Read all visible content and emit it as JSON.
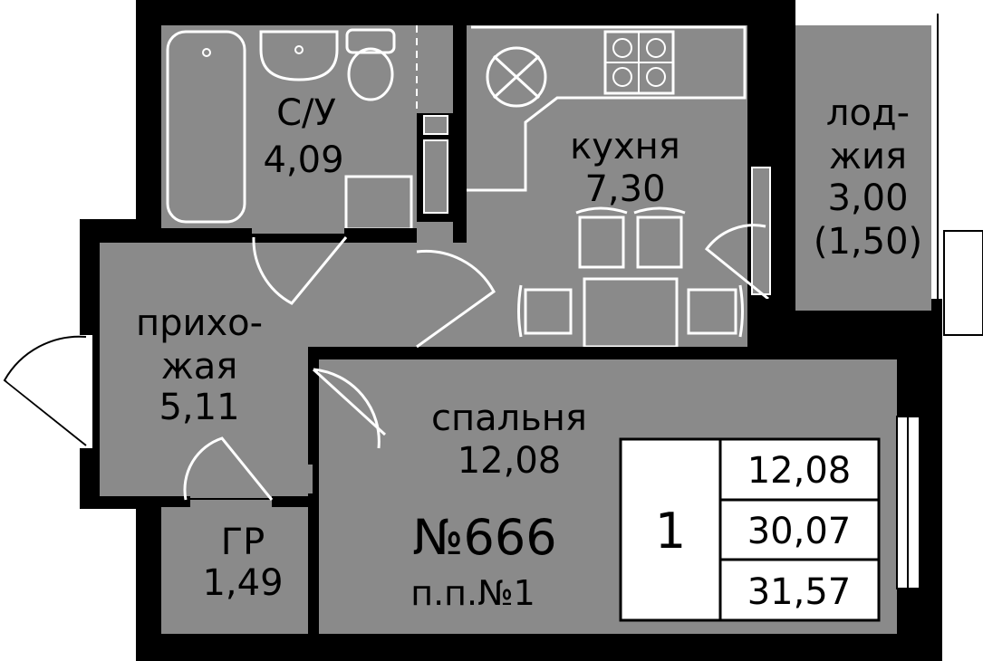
{
  "rooms": {
    "bathroom": {
      "name": "С/У",
      "area": "4,09"
    },
    "kitchen": {
      "name": "кухня",
      "area": "7,30"
    },
    "loggia": {
      "name_line1": "лод-",
      "name_line2": "жия",
      "area": "3,00",
      "area_reduced": "(1,50)"
    },
    "hallway": {
      "name_line1": "прихо-",
      "name_line2": "жая",
      "area": "5,11"
    },
    "bedroom": {
      "name": "спальня",
      "area": "12,08"
    },
    "wardrobe": {
      "name": "ГР",
      "area": "1,49"
    }
  },
  "apartment": {
    "number": "№666",
    "floor_note": "п.п.№1"
  },
  "info_box": {
    "rooms_count": "1",
    "living_area": "12,08",
    "total_area": "30,07",
    "total_with_loggia": "31,57"
  },
  "colors": {
    "wall": "#000000",
    "floor": "#8a8a8a",
    "line": "#ffffff",
    "background": "#ffffff"
  }
}
